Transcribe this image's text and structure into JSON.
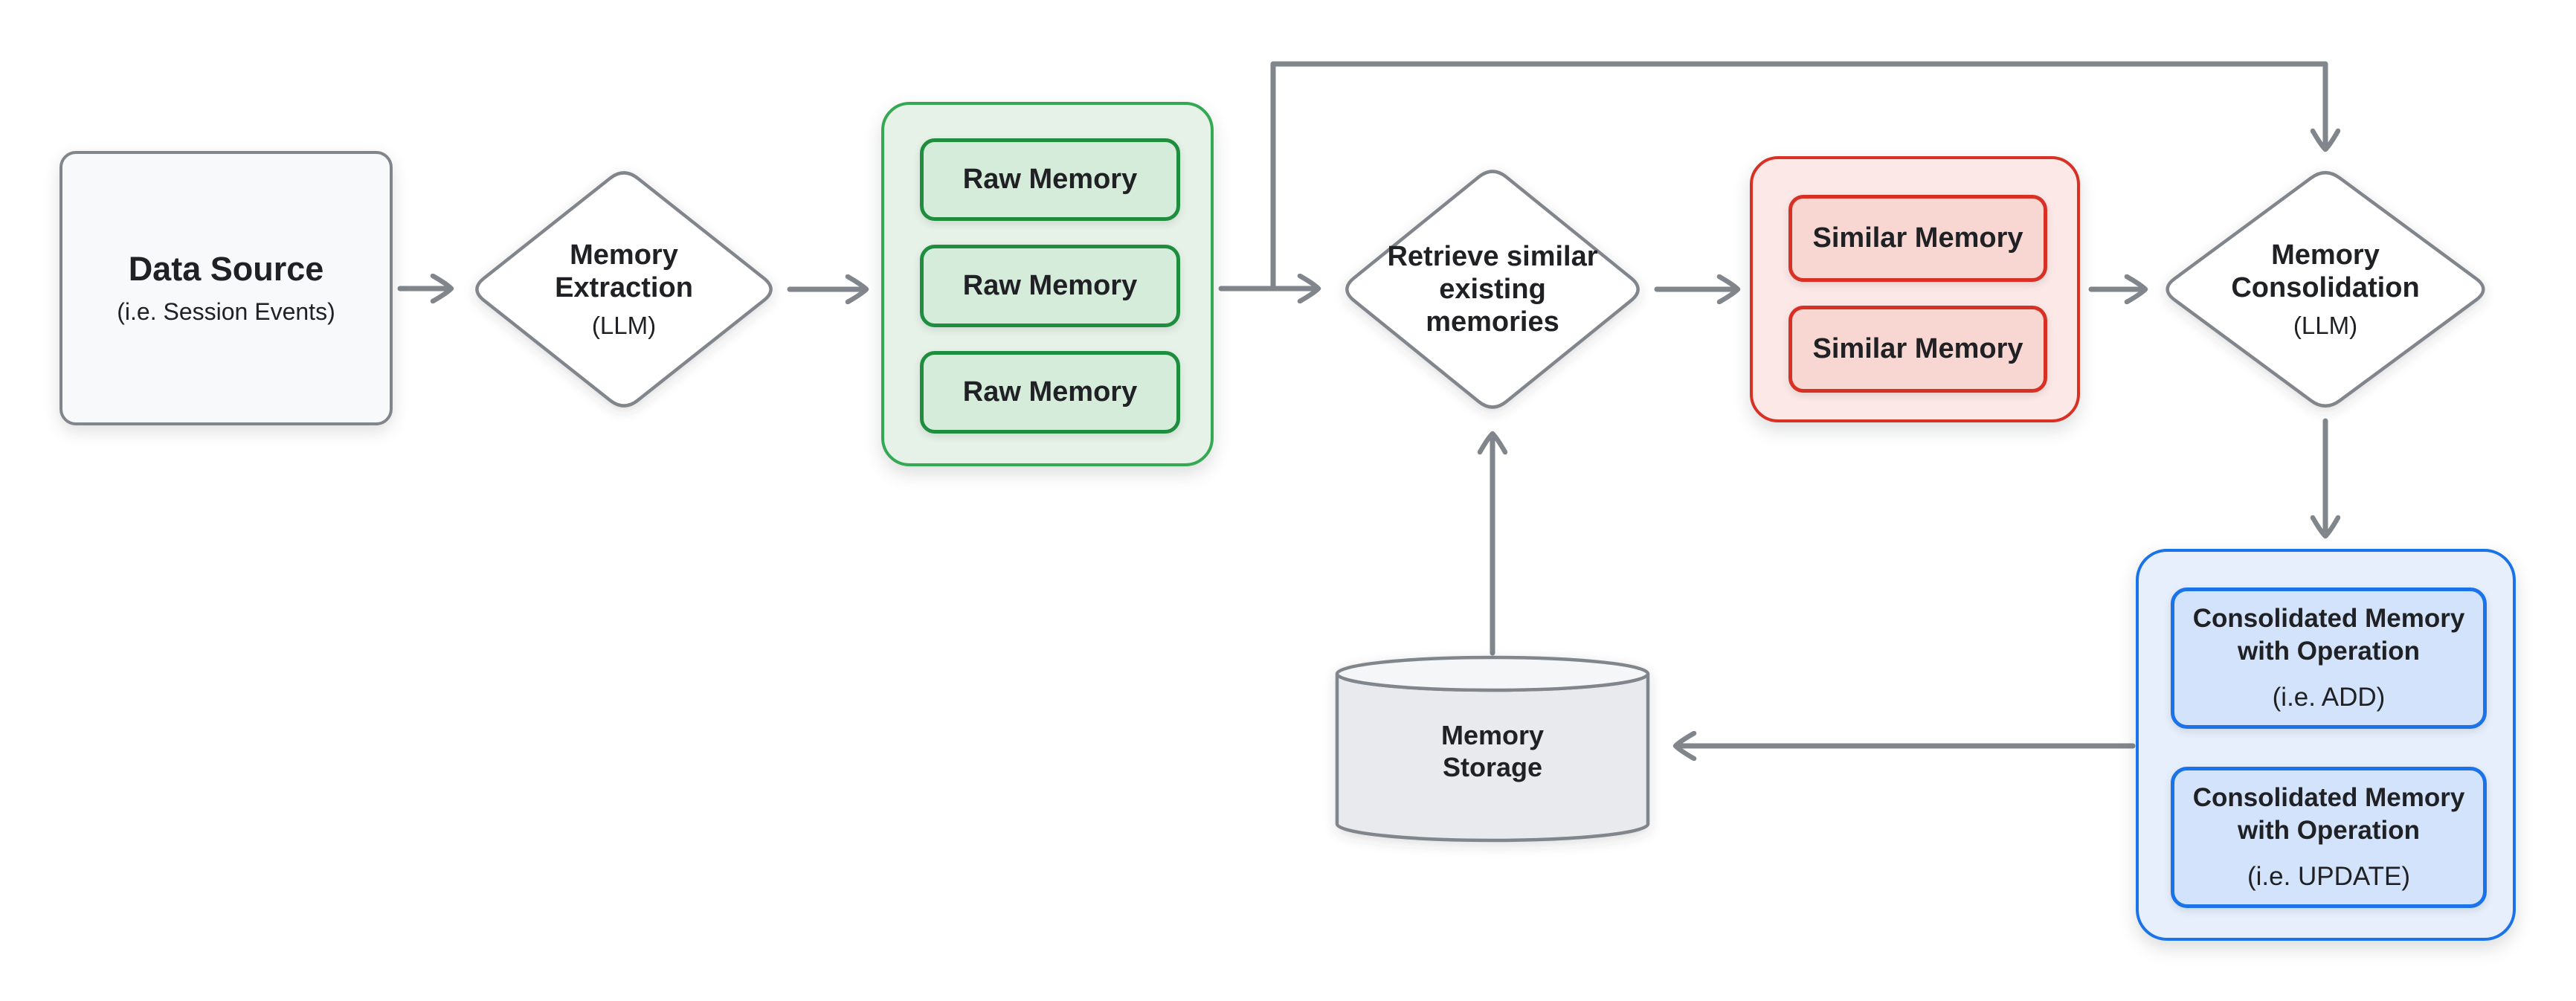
{
  "diagram": {
    "palette": {
      "wire_gray": "#80868b",
      "text": "#202124",
      "source_fill": "#f8f9fa",
      "green_border": "#34a853",
      "green_fill": "#e6f2e8",
      "green_item_fill": "#d5ecdb",
      "green_item_border": "#1e8e3e",
      "red_border": "#d93025",
      "red_fill": "#fce9e7",
      "red_item_fill": "#f8d7d3",
      "blue_border": "#1a73e8",
      "blue_fill": "#e7effd",
      "blue_item_fill": "#d3e3fb",
      "storage_fill": "#e8eaed"
    },
    "nodes": {
      "data_source": {
        "title": "Data Source",
        "subtitle": "(i.e. Session Events)"
      },
      "memory_extraction": {
        "title": "Memory Extraction",
        "subtitle": "(LLM)"
      },
      "raw_memory_group": {
        "items": [
          "Raw Memory",
          "Raw Memory",
          "Raw Memory"
        ]
      },
      "retrieve_memories": {
        "title": "Retrieve similar existing memories"
      },
      "similar_memory_group": {
        "items": [
          "Similar Memory",
          "Similar Memory"
        ]
      },
      "memory_consolidation": {
        "title": "Memory Consolidation",
        "subtitle": "(LLM)"
      },
      "consolidated_memory_group": {
        "items": [
          {
            "title": "Consolidated Memory with Operation",
            "subtitle": "(i.e. ADD)"
          },
          {
            "title": "Consolidated Memory with Operation",
            "subtitle": "(i.e. UPDATE)"
          }
        ]
      },
      "memory_storage": {
        "title": "Memory Storage"
      }
    }
  }
}
